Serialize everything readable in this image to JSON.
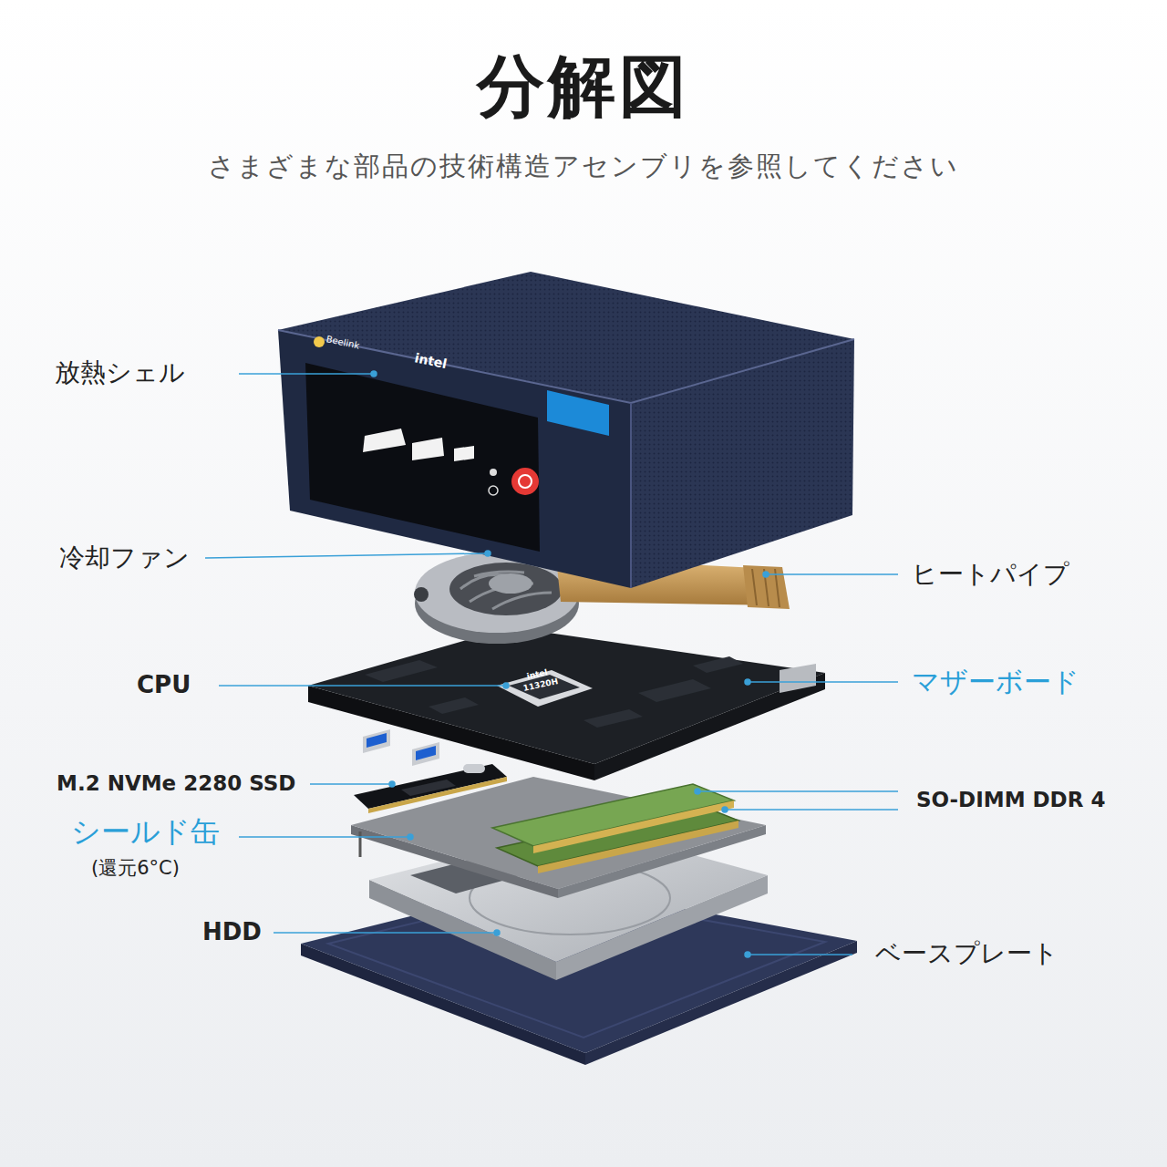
{
  "diagram": {
    "title": "分解図",
    "labels": [
      "さまざまな部品の技術構造アセンブリを参照してください",
      "放熱シェル",
      "Beelink",
      "intel",
      "冷却ファン",
      "ヒートパイプ",
      "CPU",
      "intel",
      "11320H",
      "マザーボード",
      "M.2 NVMe 2280 SSD",
      "SO-DIMM DDR 4",
      "シールド缶",
      "(還元6°C)",
      "HDD",
      "ベースプレート"
    ]
  }
}
